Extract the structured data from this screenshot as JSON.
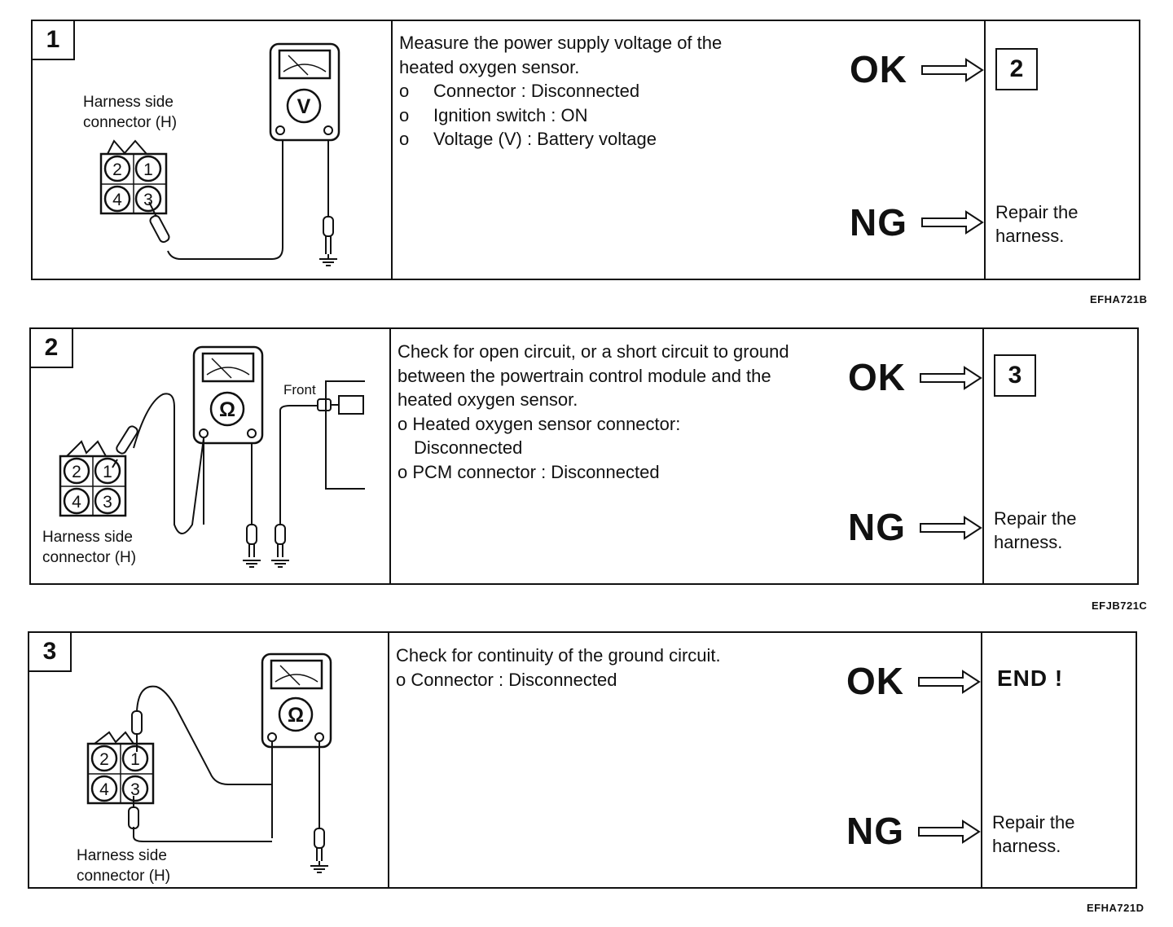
{
  "steps": [
    {
      "number": "1",
      "description": [
        {
          "bullet": "",
          "text": "Measure the power supply voltage of the"
        },
        {
          "bullet": "",
          "text": "heated oxygen sensor."
        },
        {
          "bullet": "o",
          "text": "Connector : Disconnected"
        },
        {
          "bullet": "o",
          "text": "Ignition switch : ON"
        },
        {
          "bullet": "o",
          "text": "Voltage (V) : Battery voltage"
        }
      ],
      "ok_label": "OK",
      "ng_label": "NG",
      "ok_result": "2",
      "ng_result_line1": "Repair the",
      "ng_result_line2": "harness.",
      "meter_symbol": "V",
      "harness_label_line1": "Harness side",
      "harness_label_line2": "connector (H)",
      "pins": [
        "2",
        "1",
        "4",
        "3"
      ],
      "figure_code": "EFHA721B"
    },
    {
      "number": "2",
      "description": [
        {
          "text": "Check for open circuit, or a short circuit to ground"
        },
        {
          "text": "between the powertrain control module and the"
        },
        {
          "text": "heated oxygen sensor."
        },
        {
          "text": "o Heated oxygen sensor connector:"
        },
        {
          "text": "Disconnected",
          "indent": true
        },
        {
          "text": "o PCM connector : Disconnected"
        }
      ],
      "ok_label": "OK",
      "ng_label": "NG",
      "ok_result": "3",
      "ng_result_line1": "Repair the",
      "ng_result_line2": "harness.",
      "meter_symbol": "Ω",
      "front_label": "Front",
      "harness_label_line1": "Harness side",
      "harness_label_line2": "connector (H)",
      "pins": [
        "2",
        "1",
        "4",
        "3"
      ],
      "figure_code": "EFJB721C"
    },
    {
      "number": "3",
      "description": [
        {
          "text": "Check for continuity of the ground circuit."
        },
        {
          "text": "o Connector : Disconnected"
        }
      ],
      "ok_label": "OK",
      "ng_label": "NG",
      "ok_result": "END !",
      "ng_result_line1": "Repair the",
      "ng_result_line2": "harness.",
      "meter_symbol": "Ω",
      "harness_label_line1": "Harness side",
      "harness_label_line2": "connector (H)",
      "pins": [
        "2",
        "1",
        "4",
        "3"
      ],
      "figure_code": "EFHA721D"
    }
  ],
  "icons": {
    "arrow": "hollow-right-arrow-icon",
    "meter": "multimeter-icon",
    "ground": "ground-symbol-icon",
    "probe": "test-probe-icon"
  }
}
